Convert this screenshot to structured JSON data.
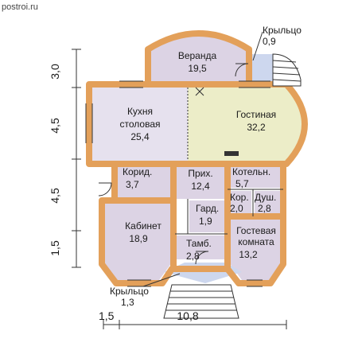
{
  "watermark": "postroi.ru",
  "rooms": {
    "veranda": {
      "name": "Веранда",
      "area": "19,5"
    },
    "porch_top": {
      "name": "Крыльцо",
      "area": "0,9"
    },
    "kitchen": {
      "name_line1": "Кухня",
      "name_line2": "столовая",
      "area": "25,4"
    },
    "living": {
      "name": "Гостиная",
      "area": "32,2"
    },
    "corridor": {
      "name": "Корид.",
      "area": "3,7"
    },
    "hall": {
      "name": "Прих.",
      "area": "12,4"
    },
    "boiler": {
      "name": "Котельн.",
      "area": "5,7"
    },
    "kor": {
      "name": "Кор.",
      "area": "2,0"
    },
    "shower": {
      "name": "Душ.",
      "area": "2,8"
    },
    "wardrobe": {
      "name": "Гард.",
      "area": "1,9"
    },
    "study": {
      "name": "Кабинет",
      "area": "18,9"
    },
    "guest": {
      "name_line1": "Гостевая",
      "name_line2": "комната",
      "area": "13,2"
    },
    "vestibule": {
      "name": "Тамб.",
      "area": "2,8"
    },
    "porch_bottom": {
      "name": "Крыльцо",
      "area": "1,3"
    }
  },
  "dimensions": {
    "left": [
      "3,0",
      "4,5",
      "4,5",
      "1,5"
    ],
    "bottom_small": "1,5",
    "bottom_total": "10,8"
  },
  "colors": {
    "wall": "#e3a05a",
    "room_fill": "#dcd3e4",
    "kitchen_fill": "#e6e1ee",
    "living_fill": "#ecedc8",
    "porch_fill": "#cdd7ee"
  }
}
